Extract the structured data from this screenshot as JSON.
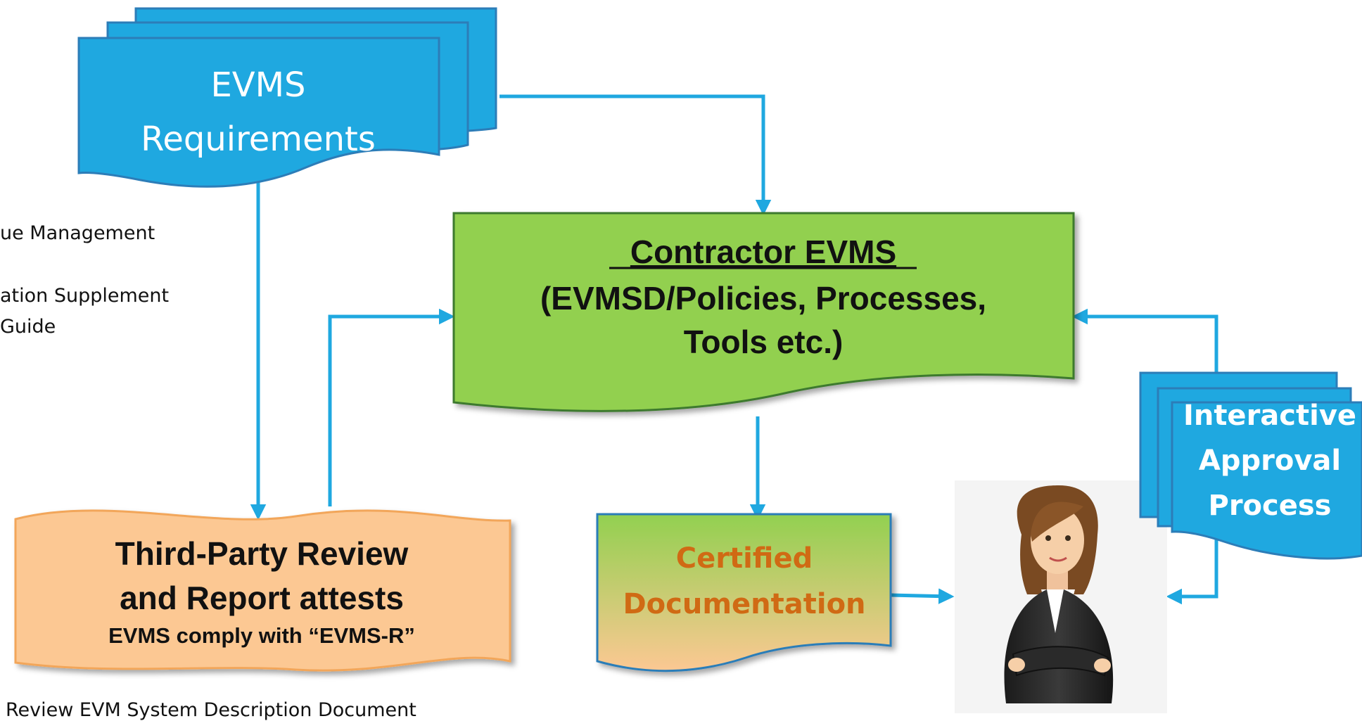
{
  "colors": {
    "requirements_fill": "#1FA8E0",
    "requirements_stroke": "#2C7DB8",
    "contractor_fill": "#92D050",
    "contractor_stroke": "#3E7A2E",
    "review_fill": "#FCC893",
    "review_stroke": "#F2A65A",
    "certified_fill_top": "#92D050",
    "certified_fill_bottom": "#FCC893",
    "certified_text": "#D06A14",
    "arrow": "#1FA8E0"
  },
  "requirements": {
    "line1": "EVMS",
    "line2": "Requirements"
  },
  "contractor": {
    "title": "Contractor EVMS",
    "line2": "(EVMSD/Policies, Processes,",
    "line3": "Tools etc.)"
  },
  "review": {
    "line1": "Third-Party Review",
    "line2": "and Report attests",
    "line3": "EVMS comply with “EVMS-R”"
  },
  "certified": {
    "line1": "Certified",
    "line2": "Documentation"
  },
  "approval": {
    "line1": "Interactive",
    "line2": "Approval",
    "line3": "Process"
  },
  "side_notes": [
    "ue Management",
    "ation Supplement",
    "Guide",
    "Review EVM System Description Document"
  ],
  "person_icon": "businesswoman-illustration"
}
